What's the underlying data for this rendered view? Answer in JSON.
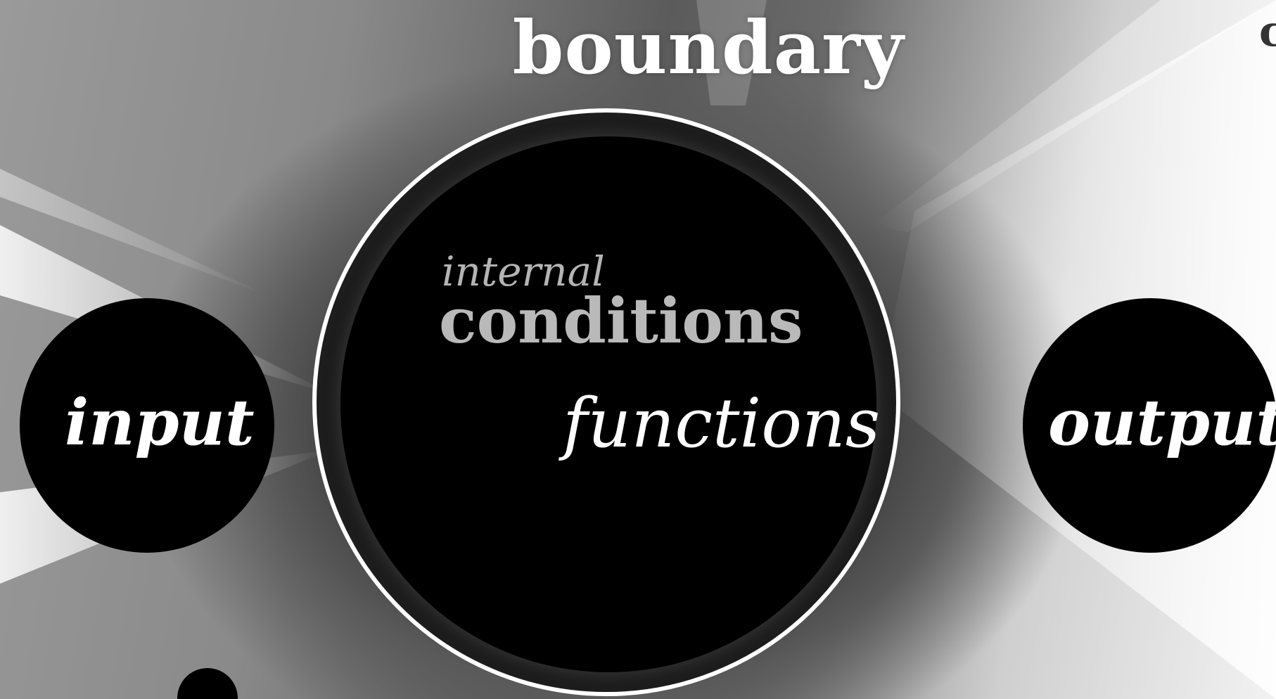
{
  "diagram": {
    "title": "boundary",
    "edge_fragment": "c",
    "center": {
      "internal": "internal",
      "conditions": "conditions",
      "functions": "functions"
    },
    "left_node": "input",
    "right_node": "output"
  },
  "colors": {
    "background_dark": "#000000",
    "background_light": "#f2f2f2",
    "ring": "#ffffff",
    "muted_text": "#b4b4b4",
    "bright_text": "#ffffff"
  }
}
